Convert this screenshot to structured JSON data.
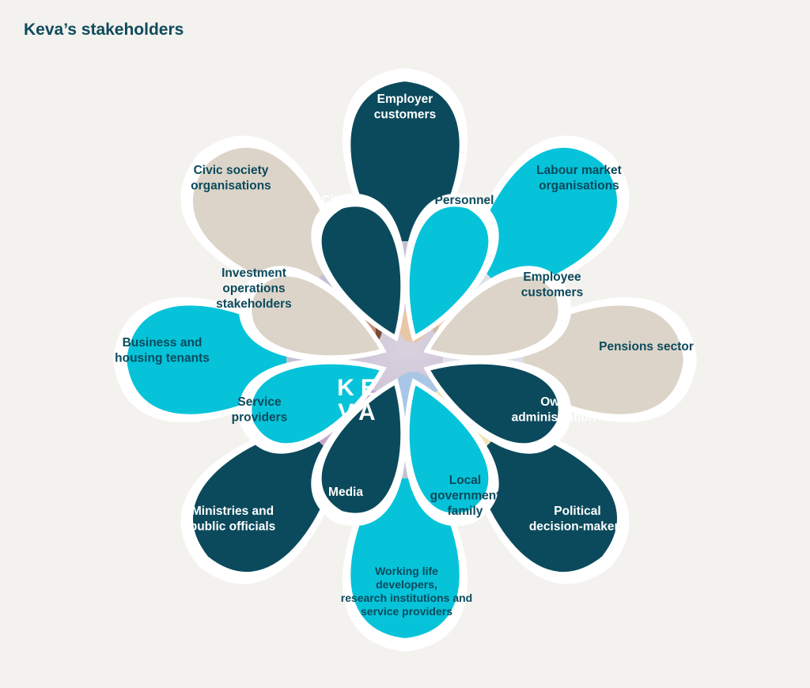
{
  "title": "Keva’s stakeholders",
  "colors": {
    "background": "#f3f2ee",
    "dark_teal": "#0b4a5c",
    "cyan": "#06c3d9",
    "beige": "#dcd4c8",
    "white": "#ffffff",
    "text_dark": "#0b4a5c"
  },
  "logo": {
    "line1": "KE",
    "line2": "VA"
  },
  "outer_petals": [
    {
      "id": "employer-customers",
      "lines": [
        "Employer",
        "customers"
      ]
    },
    {
      "id": "labour-market-organisations",
      "lines": [
        "Labour market",
        "organisations"
      ]
    },
    {
      "id": "pensions-sector",
      "lines": [
        "Pensions sector"
      ]
    },
    {
      "id": "political-decision-makers",
      "lines": [
        "Political",
        "decision-makers"
      ]
    },
    {
      "id": "working-life-developers",
      "lines": [
        "Working life",
        "developers,",
        "research institutions and",
        "service providers"
      ]
    },
    {
      "id": "ministries-and-public-officials",
      "lines": [
        "Ministries and",
        "public officials"
      ]
    },
    {
      "id": "business-and-housing-tenants",
      "lines": [
        "Business and",
        "housing tenants"
      ]
    },
    {
      "id": "civic-society-organisations",
      "lines": [
        "Civic society",
        "organisations"
      ]
    }
  ],
  "inner_petals": [
    {
      "id": "personnel",
      "lines": [
        "Personnel"
      ]
    },
    {
      "id": "employee-customers",
      "lines": [
        "Employee",
        "customers"
      ]
    },
    {
      "id": "own-administration",
      "lines": [
        "Own",
        "administration"
      ]
    },
    {
      "id": "local-government-family",
      "lines": [
        "Local",
        "government",
        "family"
      ]
    },
    {
      "id": "media",
      "lines": [
        "Media"
      ]
    },
    {
      "id": "service-providers",
      "lines": [
        "Service",
        "providers"
      ]
    },
    {
      "id": "investment-operations-stakeholders",
      "lines": [
        "Investment",
        "operations",
        "stakeholders"
      ]
    },
    {
      "id": "citizens",
      "lines": [
        "Citizens"
      ]
    }
  ]
}
